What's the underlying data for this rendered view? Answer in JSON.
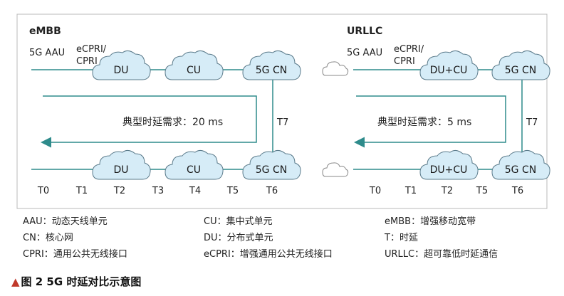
{
  "figure": {
    "caption_marker": "▲",
    "caption": "图 2  5G 时延对比示意图"
  },
  "embb": {
    "title": "eMBB",
    "aau_label": "5G AAU",
    "cpri_label_1": "eCPRI/",
    "cpri_label_2": "CPRI",
    "top_nodes": [
      "DU",
      "CU",
      "5G CN"
    ],
    "bottom_nodes": [
      "DU",
      "CU",
      "5G CN"
    ],
    "latency_label": "典型时延需求：20 ms",
    "t7_label": "T7",
    "time_points": [
      "T0",
      "T1",
      "T2",
      "T3",
      "T4",
      "T5",
      "T6"
    ]
  },
  "urllc": {
    "title": "URLLC",
    "aau_label": "5G AAU",
    "cpri_label_1": "eCPRI/",
    "cpri_label_2": "CPRI",
    "top_nodes": [
      "DU+CU",
      "5G CN"
    ],
    "bottom_nodes": [
      "DU+CU",
      "5G CN"
    ],
    "latency_label": "典型时延需求：5 ms",
    "t7_label": "T7",
    "time_points": [
      "T0",
      "T1",
      "T2",
      "T5",
      "T6"
    ]
  },
  "colors": {
    "line": "#2e8b8b",
    "cloud_fill": "#d6ecf7",
    "cloud_stroke": "#5a7a8a",
    "frame": "#b8b8b8",
    "caption_marker": "#c0392b"
  },
  "legend": [
    {
      "key": "AAU",
      "sep": "：",
      "value": "动态天线单元"
    },
    {
      "key": "CU",
      "sep": "：",
      "value": "集中式单元"
    },
    {
      "key": "eMBB",
      "sep": "：",
      "value": "增强移动宽带"
    },
    {
      "key": "CN",
      "sep": "：",
      "value": "核心网"
    },
    {
      "key": "DU",
      "sep": "：",
      "value": "分布式单元"
    },
    {
      "key": "T",
      "sep": "：",
      "value": "时延"
    },
    {
      "key": "CPRI",
      "sep": "：",
      "value": "通用公共无线接口"
    },
    {
      "key": "eCPRI",
      "sep": "：",
      "value": "增强通用公共无线接口"
    },
    {
      "key": "URLLC",
      "sep": "：",
      "value": "超可靠低时延通信"
    }
  ]
}
